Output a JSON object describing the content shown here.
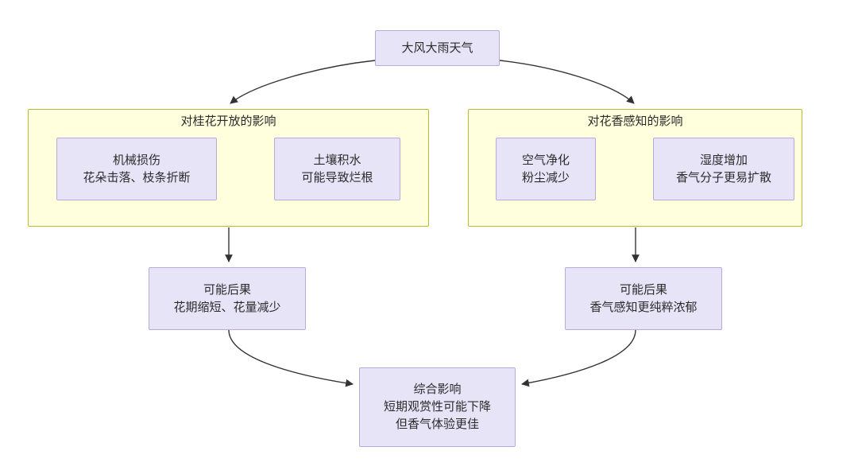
{
  "diagram": {
    "type": "flowchart",
    "title": "",
    "direction": "top-down",
    "colors": {
      "node_fill": "#e8e4f8",
      "node_stroke": "#b9aade",
      "cluster_fill": "#ffffdd",
      "cluster_stroke": "#bbbb33",
      "edge_stroke": "#333333",
      "text": "#2b2b2b"
    },
    "root": {
      "id": "weather",
      "label": "大风大雨天气"
    },
    "clusters": [
      {
        "id": "cluster-bloom",
        "label": "对桂花开放的影响",
        "nodes": [
          {
            "id": "mechanical-damage",
            "line1": "机械损伤",
            "line2": "花朵击落、枝条折断"
          },
          {
            "id": "soil-waterlogging",
            "line1": "土壤积水",
            "line2": "可能导致烂根"
          }
        ]
      },
      {
        "id": "cluster-fragrance",
        "label": "对花香感知的影响",
        "nodes": [
          {
            "id": "air-purification",
            "line1": "空气净化",
            "line2": "粉尘减少"
          },
          {
            "id": "humidity-increase",
            "line1": "湿度增加",
            "line2": "香气分子更易扩散"
          }
        ]
      }
    ],
    "outcomes": [
      {
        "id": "outcome-bloom",
        "line1": "可能后果",
        "line2": "花期缩短、花量减少"
      },
      {
        "id": "outcome-fragrance",
        "line1": "可能后果",
        "line2": "香气感知更纯粹浓郁"
      }
    ],
    "final": {
      "id": "combined-impact",
      "line1": "综合影响",
      "line2": "短期观赏性可能下降",
      "line3": "但香气体验更佳"
    },
    "edges": [
      {
        "from": "weather",
        "to": "cluster-bloom"
      },
      {
        "from": "weather",
        "to": "cluster-fragrance"
      },
      {
        "from": "mechanical-damage",
        "to": "soil-waterlogging"
      },
      {
        "from": "air-purification",
        "to": "humidity-increase"
      },
      {
        "from": "cluster-bloom",
        "to": "outcome-bloom"
      },
      {
        "from": "cluster-fragrance",
        "to": "outcome-fragrance"
      },
      {
        "from": "outcome-bloom",
        "to": "combined-impact"
      },
      {
        "from": "outcome-fragrance",
        "to": "combined-impact"
      }
    ]
  }
}
